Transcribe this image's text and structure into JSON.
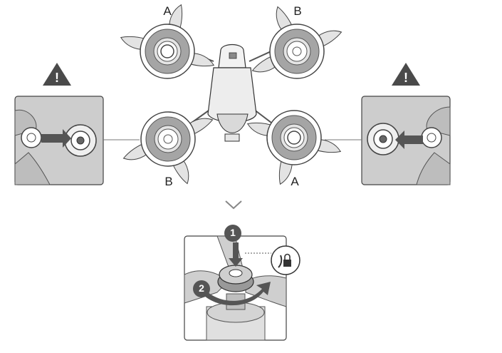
{
  "labels": {
    "top_left": "A",
    "top_right": "B",
    "bottom_left": "B",
    "bottom_right": "A"
  },
  "warning_glyph": "!",
  "steps": {
    "one": "1",
    "two": "2"
  },
  "icons": [
    "warning-icon",
    "chevron-down-icon",
    "lock-icon",
    "arrow-icon"
  ],
  "colors": {
    "panel_bg": "#c9c9c9",
    "propeller_disc": "#a0a0a0",
    "blade": "#e2e2e2",
    "outline": "#333333",
    "arrow": "#555555"
  }
}
